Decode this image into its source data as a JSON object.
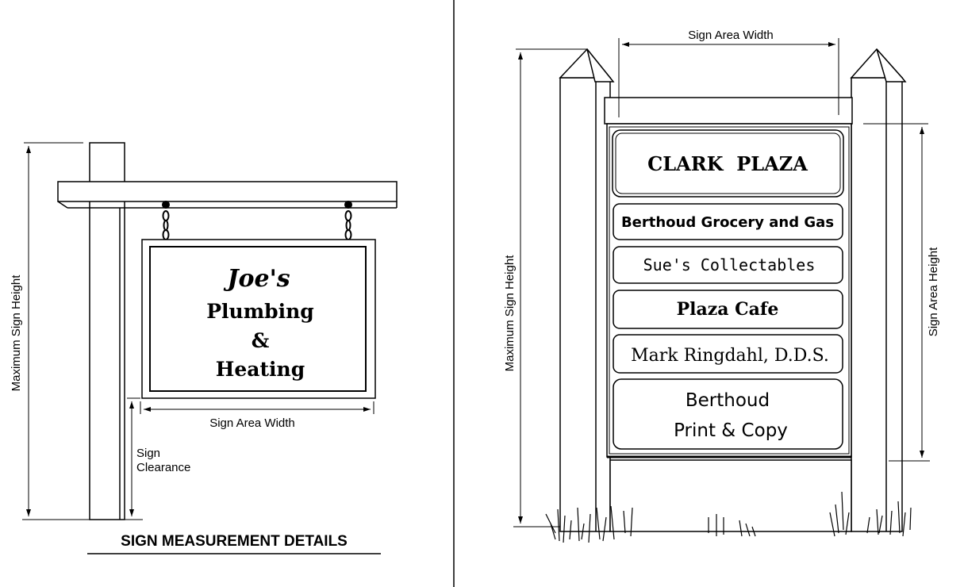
{
  "left_panel": {
    "sign_lines": [
      "Joe's",
      "Plumbing",
      "&",
      "Heating"
    ],
    "labels": {
      "max_height": "Maximum Sign Height",
      "area_width": "Sign Area Width",
      "clearance_1": "Sign",
      "clearance_2": "Clearance"
    },
    "caption": "SIGN MEASUREMENT DETAILS"
  },
  "right_panel": {
    "labels": {
      "area_width": "Sign Area Width",
      "max_height": "Maximum Sign Height",
      "area_height": "Sign Area Height"
    },
    "title_panel": "CLARK  PLAZA",
    "tenants": [
      "Berthoud Grocery and Gas",
      "Sue's Collectables",
      "Plaza Cafe",
      "Mark Ringdahl, D.D.S.",
      "Berthoud",
      "Print & Copy"
    ]
  }
}
